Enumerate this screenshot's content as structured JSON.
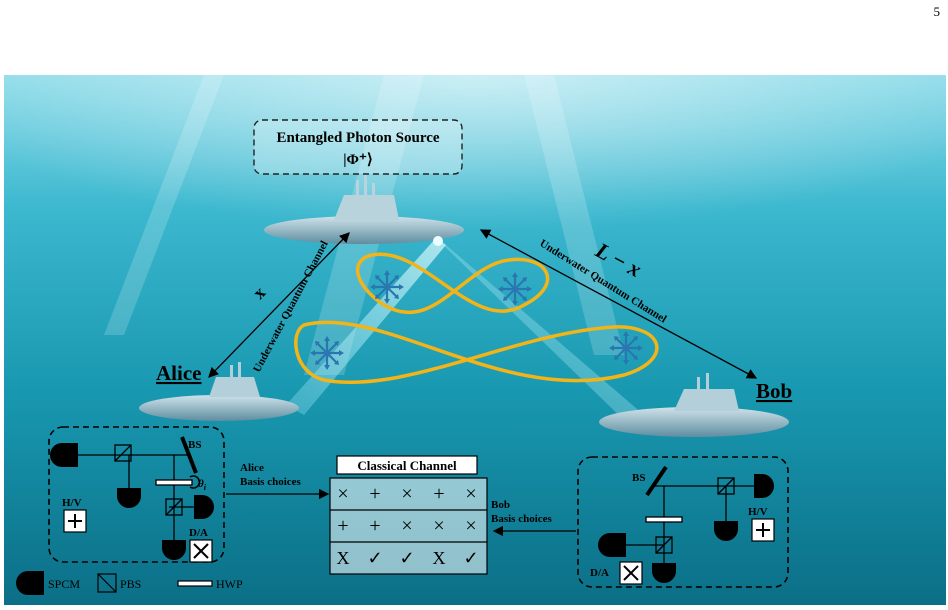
{
  "page_number": "5",
  "source": {
    "title": "Entangled Photon Source",
    "state": "|Φ⁺⟩"
  },
  "labels": {
    "alice": "Alice",
    "bob": "Bob",
    "distance_left": "x",
    "distance_right": "L − x",
    "channel_left": "Underwater Quantum Channel",
    "channel_right": "Underwater Quantum Channel",
    "alice_basis_1": "Alice",
    "alice_basis_2": "Basis choices",
    "bob_basis_1": "Bob",
    "bob_basis_2": "Basis choices"
  },
  "alice_box": {
    "bs": "BS",
    "theta": "θ",
    "theta_sub": "i",
    "hv": "H/V",
    "da": "D/A"
  },
  "bob_box": {
    "bs": "BS",
    "hv": "H/V",
    "da": "D/A"
  },
  "classical_channel": {
    "title": "Classical Channel",
    "rows": [
      [
        "×",
        "+",
        "×",
        "+",
        "×"
      ],
      [
        "+",
        "+",
        "×",
        "×",
        "×"
      ],
      [
        "X",
        "✓",
        "✓",
        "X",
        "✓"
      ]
    ]
  },
  "legend": {
    "spcm": "SPCM",
    "pbs": "PBS",
    "hwp": "HWP"
  },
  "colors": {
    "water_top": "#7fd6e6",
    "water_bottom": "#0e7f96",
    "loop": "#f2b418",
    "star": "#2b76b0",
    "beam": "#bff6ff"
  }
}
